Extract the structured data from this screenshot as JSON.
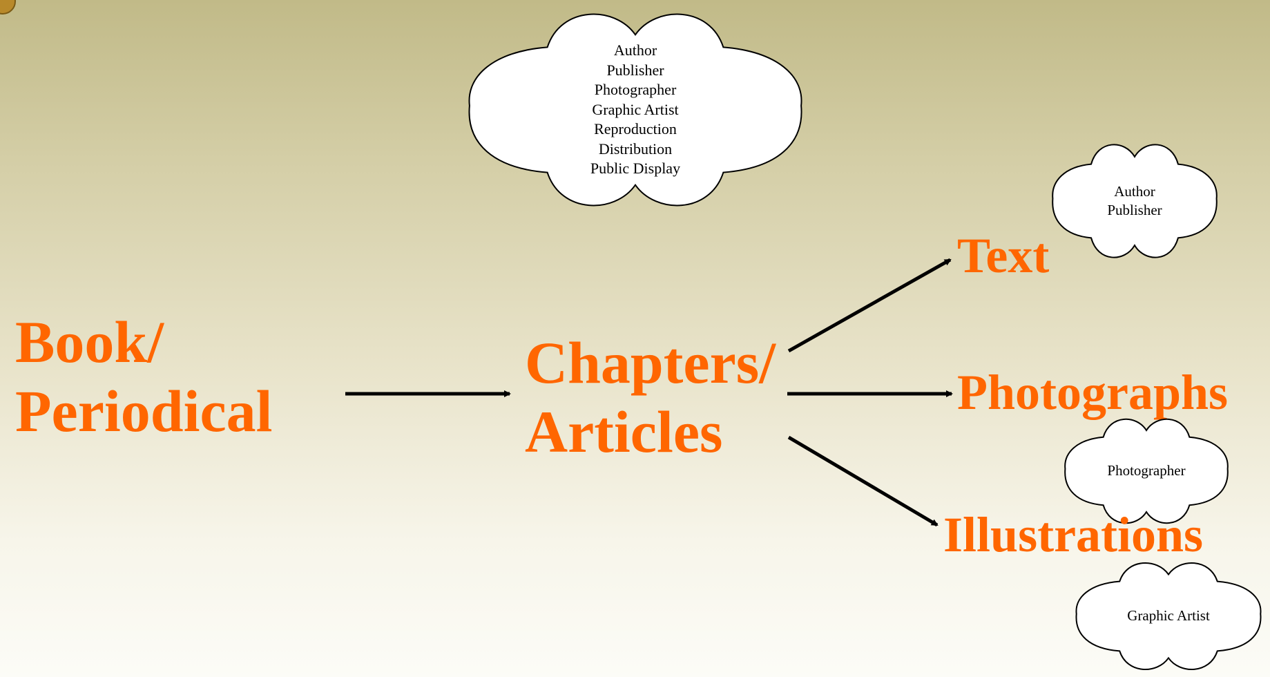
{
  "diagram": {
    "source_line1": "Book/",
    "source_line2": "Periodical",
    "middle_line1": "Chapters/",
    "middle_line2": "Articles",
    "targets": {
      "text": "Text",
      "photographs": "Photographs",
      "illustrations": "Illustrations"
    },
    "clouds": {
      "main": [
        "Author",
        "Publisher",
        "Photographer",
        "Graphic Artist",
        "Reproduction",
        "Distribution",
        "Public Display"
      ],
      "text": [
        "Author",
        "Publisher"
      ],
      "photographs": [
        "Photographer"
      ],
      "illustrations": [
        "Graphic Artist"
      ]
    },
    "colors": {
      "label": "#ff6600",
      "arrow": "#000000",
      "cloud_fill": "#ffffff",
      "cloud_stroke": "#000000"
    }
  }
}
